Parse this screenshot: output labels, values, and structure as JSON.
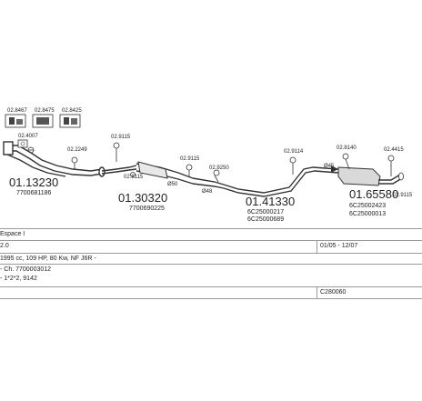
{
  "diagram": {
    "parts": [
      {
        "number": "01.13230",
        "code": "7700681186"
      },
      {
        "number": "01.30320",
        "code": "7700690225"
      },
      {
        "number": "01.41330",
        "code": "6C25000217",
        "code2": "6C25000689"
      },
      {
        "number": "01.65580",
        "code": "6C25002423",
        "code2": "6C25000013"
      }
    ],
    "kit_boxes": [
      "02.8467",
      "02.8475",
      "02.8425"
    ],
    "clamp_labels": [
      "02.4007",
      "02.2249",
      "02.9115",
      "02.8115",
      "02.9115",
      "02.9250",
      "02.9114",
      "02.8140",
      "02.4415",
      "02.9115"
    ],
    "diameter_labels": [
      "Ø50",
      "Ø45",
      "Ø48"
    ]
  },
  "info": {
    "model": "Espace I",
    "engine": "2.0",
    "date_range": "01/05 - 12/07",
    "spec": "1995 cc, 109 HP, 80 Kw, NF J6R -",
    "chassis": "- Ch. 7700003012",
    "extra": "- 1*2*2, 9142",
    "catalog_code": "C280060"
  }
}
